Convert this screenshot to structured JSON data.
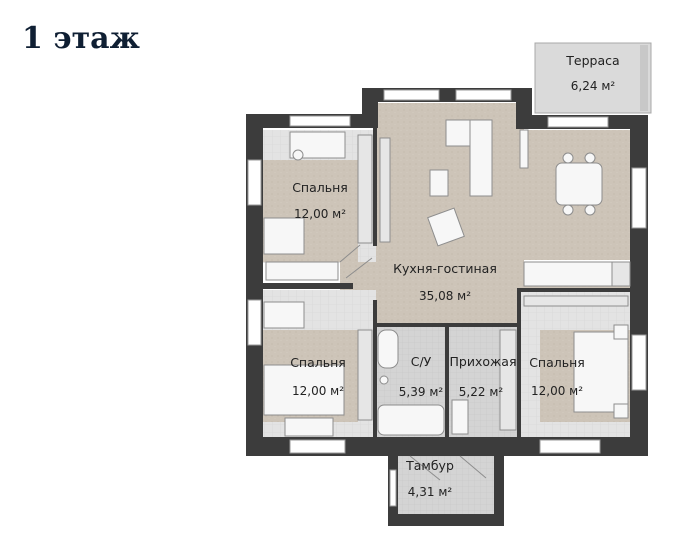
{
  "title": "1 этаж",
  "rooms": {
    "terrace": {
      "name": "Терраса",
      "area": "6,24 м²"
    },
    "bedroom1": {
      "name": "Спальня",
      "area": "12,00 м²"
    },
    "kitchen": {
      "name": "Кухня-гостиная",
      "area": "35,08 м²"
    },
    "bedroom2": {
      "name": "Спальня",
      "area": "12,00 м²"
    },
    "bathroom": {
      "name": "С/У",
      "area": "5,39 м²"
    },
    "hallway": {
      "name": "Прихожая",
      "area": "5,22 м²"
    },
    "bedroom3": {
      "name": "Спальня",
      "area": "12,00 м²"
    },
    "vestibule": {
      "name": "Тамбур",
      "area": "4,31 м²"
    }
  },
  "colors": {
    "title": "#0f1f33",
    "wall": "#3c3c3c",
    "wood_floor": "#cdc4b8",
    "tile_floor": "#e3e3e3",
    "wet_floor": "#d4d4d4",
    "terrace_floor": "#dadada"
  }
}
